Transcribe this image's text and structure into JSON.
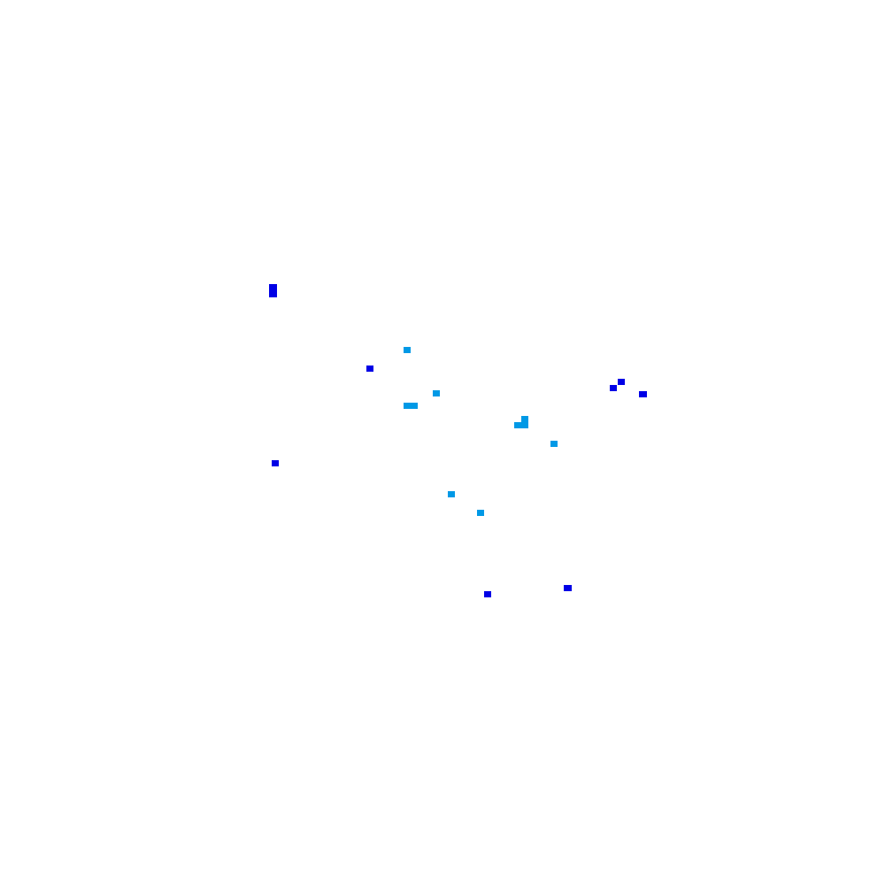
{
  "colors": {
    "background": "#ffffff",
    "dark_blue": "#0000e6",
    "light_blue": "#0099e6"
  },
  "groups": [
    {
      "name": "dark-blue-squares",
      "color_key": "dark_blue"
    },
    {
      "name": "light-blue-squares",
      "color_key": "light_blue"
    }
  ]
}
